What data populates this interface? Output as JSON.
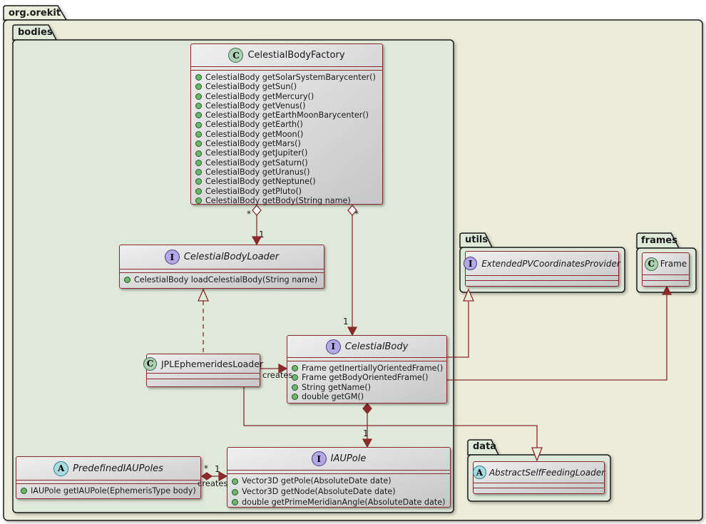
{
  "root_package": {
    "name": "org.orekit"
  },
  "packages": {
    "bodies": {
      "name": "bodies"
    },
    "utils": {
      "name": "utils"
    },
    "frames": {
      "name": "frames"
    },
    "data": {
      "name": "data"
    }
  },
  "classes": {
    "factory": {
      "stereotype": "C",
      "name": "CelestialBodyFactory",
      "methods": [
        "CelestialBody getSolarSystemBarycenter()",
        "CelestialBody getSun()",
        "CelestialBody getMercury()",
        "CelestialBody getVenus()",
        "CelestialBody getEarthMoonBarycenter()",
        "CelestialBody getEarth()",
        "CelestialBody getMoon()",
        "CelestialBody getMars()",
        "CelestialBody getJupiter()",
        "CelestialBody getSaturn()",
        "CelestialBody getUranus()",
        "CelestialBody getNeptune()",
        "CelestialBody getPluto()",
        "CelestialBody getBody(String name)"
      ]
    },
    "loader": {
      "stereotype": "I",
      "name": "CelestialBodyLoader",
      "methods": [
        "CelestialBody loadCelestialBody(String name)"
      ]
    },
    "jpl": {
      "stereotype": "C",
      "name": "JPLEphemeridesLoader",
      "methods": []
    },
    "body": {
      "stereotype": "I",
      "name": "CelestialBody",
      "methods": [
        "Frame getInertiallyOrientedFrame()",
        "Frame getBodyOrientedFrame()",
        "String getName()",
        "double getGM()"
      ]
    },
    "predefined": {
      "stereotype": "A",
      "name": "PredefinedIAUPoles",
      "methods": [
        "IAUPole getIAUPole(EphemerisType body)"
      ]
    },
    "iaupole": {
      "stereotype": "I",
      "name": "IAUPole",
      "methods": [
        "Vector3D getPole(AbsoluteDate date)",
        "Vector3D getNode(AbsoluteDate date)",
        "double getPrimeMeridianAngle(AbsoluteDate date)"
      ]
    },
    "extpv": {
      "stereotype": "I",
      "name": "ExtendedPVCoordinatesProvider",
      "methods": []
    },
    "frame": {
      "stereotype": "C",
      "name": "Frame",
      "methods": []
    },
    "abstractloader": {
      "stereotype": "A",
      "name": "AbstractSelfFeedingLoader",
      "methods": []
    }
  },
  "connector_labels": {
    "factory_loader_star": "*",
    "factory_loader_one": "1",
    "factory_body_star": "*",
    "factory_body_one": "1",
    "jpl_body_creates": "creates",
    "body_iaupole_one": "1",
    "predefined_iaupole_star": "*",
    "predefined_iaupole_one": "1",
    "predefined_iaupole_creates": "creates"
  },
  "colors": {
    "outer_package_fill": "#ECECDA",
    "inner_package_fill": "#DFE9DA",
    "package_border": "#1A1A1A",
    "class_border": "#8A2A2A",
    "connector": "#8A2A2A",
    "spot_class_fill": "#ADD1B2",
    "spot_interface_fill": "#B4A7E5",
    "spot_abstract_fill": "#A9DCDF",
    "method_visibility_dot": "#6FB56F"
  }
}
